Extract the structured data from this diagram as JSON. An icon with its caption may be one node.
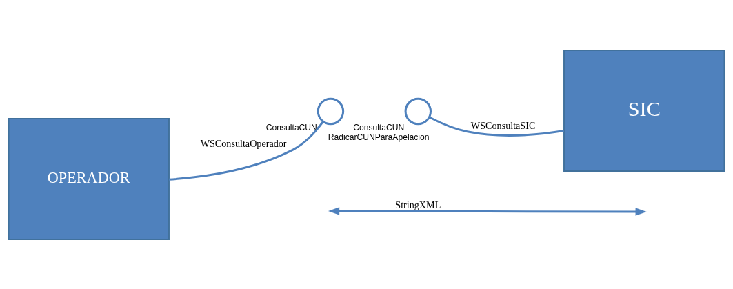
{
  "diagram": {
    "nodes": [
      {
        "text": [
          "OPERADOR"
        ]
      },
      {
        "text": [
          "SIC"
        ]
      },
      {
        "text": [],
        "shape": "circle",
        "beside": [
          "ConsultaCUN"
        ]
      },
      {
        "text": [],
        "shape": "circle",
        "beside": [
          "ConsultaCUN",
          "RadicarCUNParaApelacion"
        ]
      }
    ],
    "edges": [
      {
        "from": 0,
        "to": 2,
        "arrow": "none",
        "label": "WSConsultaOperador"
      },
      {
        "from": 1,
        "to": 3,
        "arrow": "none",
        "label": "WSConsultaSIC"
      }
    ],
    "legend": [
      {
        "text": "StringXML"
      }
    ]
  }
}
